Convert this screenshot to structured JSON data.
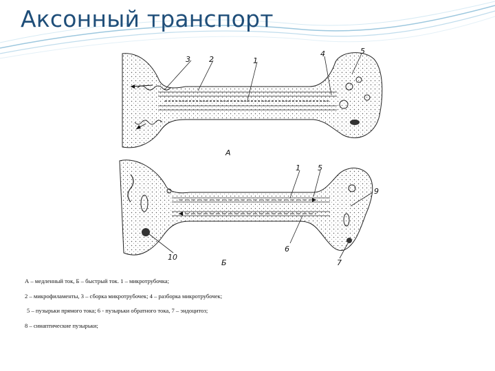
{
  "slide": {
    "title": "Аксонный транспорт",
    "accent_color": "#1f4e79"
  },
  "diagram": {
    "panel_a_label": "А",
    "panel_b_label": "Б",
    "panel_a_numbers": [
      "3",
      "2",
      "1",
      "4",
      "5"
    ],
    "panel_b_numbers": [
      "1",
      "5",
      "9",
      "10",
      "6",
      "7"
    ]
  },
  "caption": {
    "lines": [
      "А – медленный ток, Б – быстрый ток. 1 – микротрубочка;",
      "2 – микрофиламенты, 3 – сборка микротрубочек; 4 – разборка микротрубочек;",
      "5 – пузырьки прямого тока; 6 - пузырьки обратного тока, 7 – эндоцитоз;",
      "8 – синаптические пузырьки;"
    ]
  }
}
